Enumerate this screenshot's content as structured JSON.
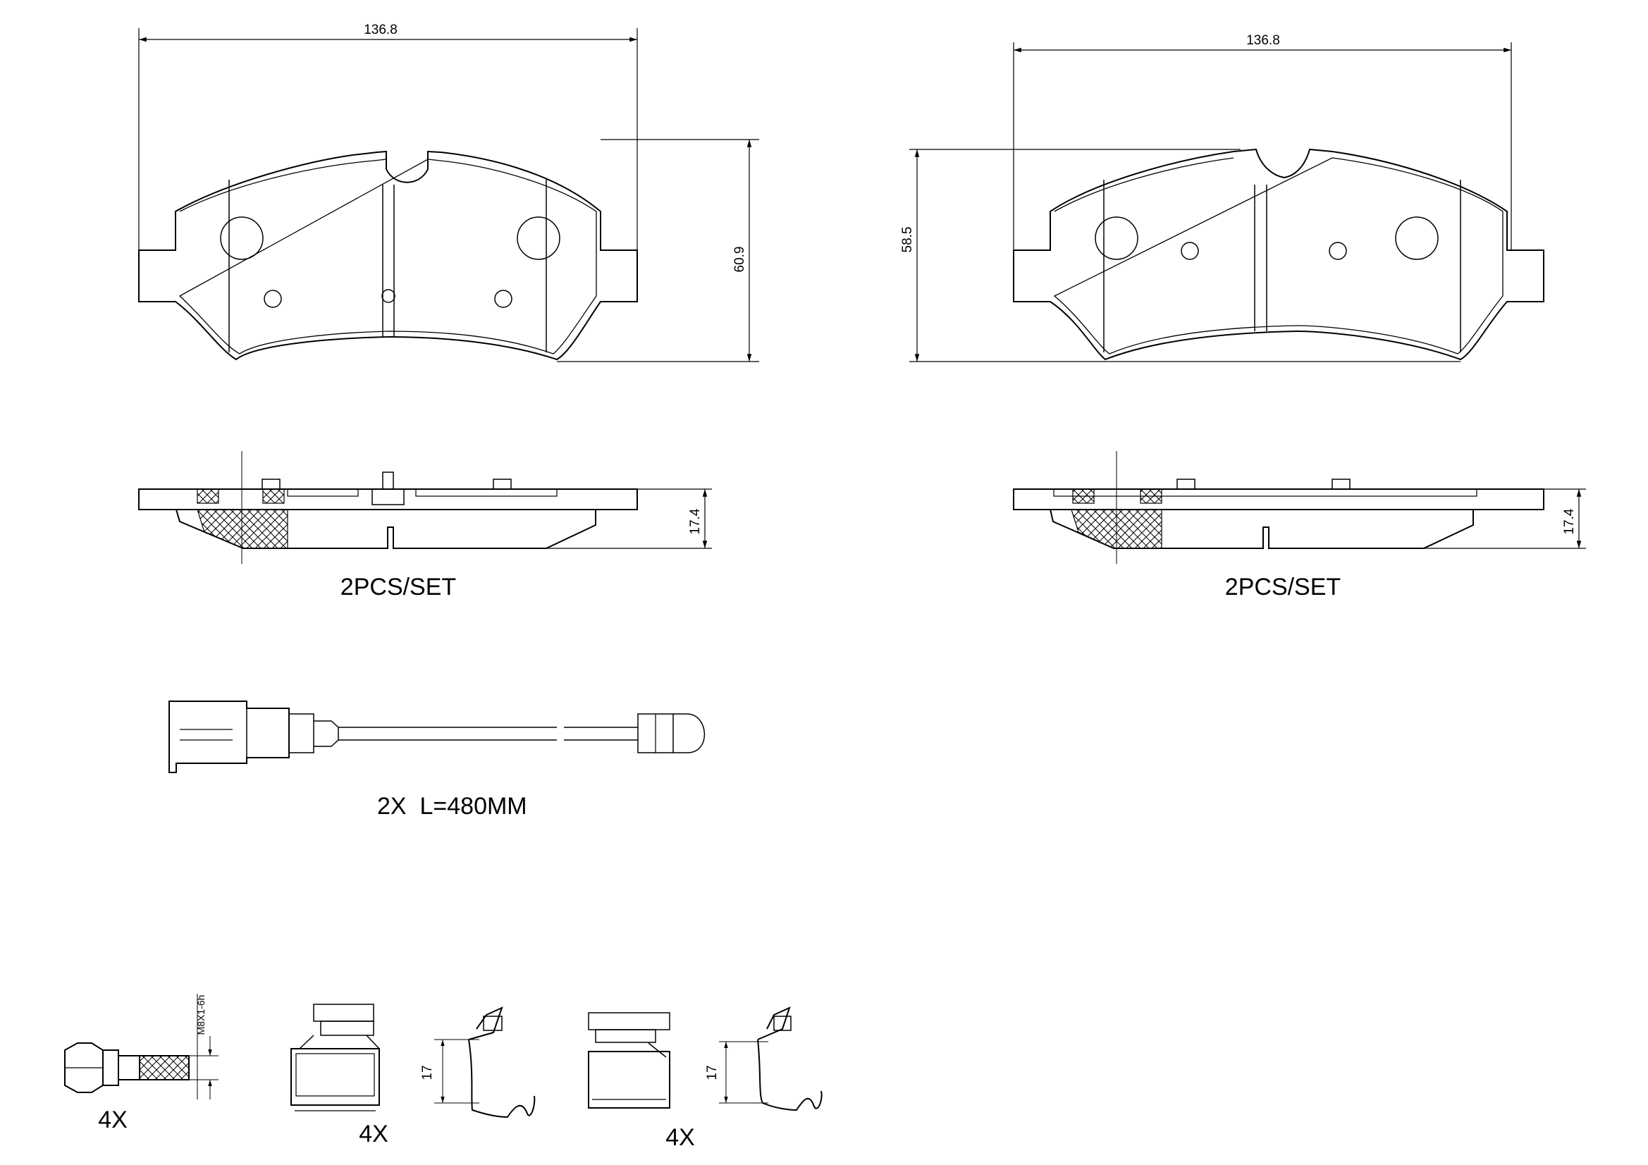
{
  "pad_left": {
    "width": "136.8",
    "height": "60.9",
    "thickness": "17.4",
    "qty": "2PCS/SET"
  },
  "pad_right": {
    "width": "136.8",
    "height": "58.5",
    "thickness": "17.4",
    "qty": "2PCS/SET"
  },
  "sensor": {
    "label": "2X  L=480MM"
  },
  "bolt": {
    "thread": "M8X1-6h",
    "qty": "4X"
  },
  "clip_a": {
    "height": "17",
    "qty": "4X"
  },
  "clip_b": {
    "height": "17",
    "qty": "4X"
  }
}
